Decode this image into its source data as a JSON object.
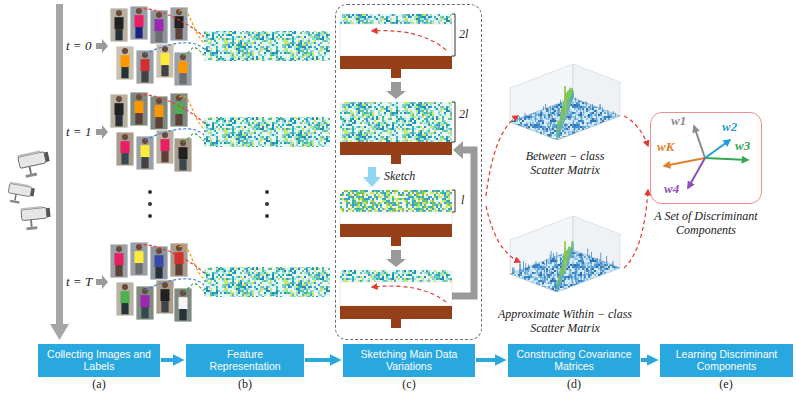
{
  "diagram": {
    "nodes": [
      {
        "text": [
          "2l",
          "2l",
          "Sketch",
          "l"
        ]
      },
      {
        "text": [
          "w1",
          "w2",
          "wK",
          "w3",
          "w4",
          "A Set of Discriminant Components"
        ]
      },
      {
        "text": [
          "Collecting Images and Labels"
        ]
      },
      {
        "text": [
          "Feature Representation"
        ]
      },
      {
        "text": [
          "Sketching Main Data Variations"
        ]
      },
      {
        "text": [
          "Constructing Covariance Matrices"
        ]
      },
      {
        "text": [
          "Learning Discriminant Components"
        ]
      }
    ],
    "edges": [
      {
        "from": 2,
        "to": 3,
        "arrow": "to"
      },
      {
        "from": 3,
        "to": 4,
        "arrow": "to"
      },
      {
        "from": 4,
        "to": 5,
        "arrow": "to"
      },
      {
        "from": 5,
        "to": 6,
        "arrow": "to"
      }
    ],
    "labels": [
      "t = 0",
      "t = 1",
      "t = T",
      "Between − class Scatter Matrix",
      "Approximate Within − class Scatter Matrix",
      "(a)",
      "(b)",
      "(c)",
      "(d)",
      "(e)"
    ]
  }
}
